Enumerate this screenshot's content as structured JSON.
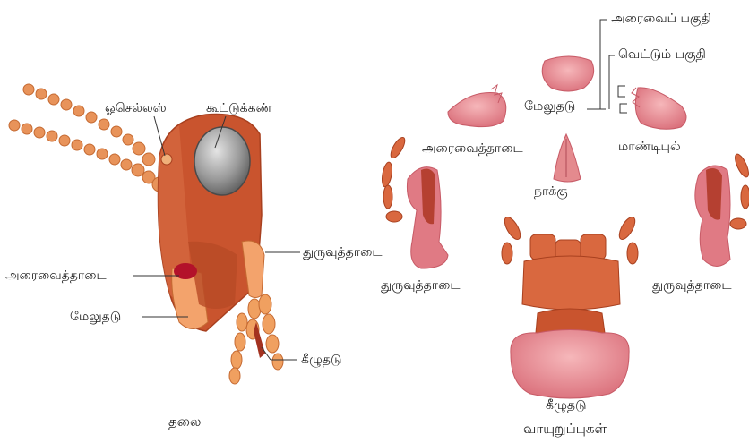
{
  "labels": {
    "ocellus": "ஓசெல்லஸ்",
    "compound_eye": "கூட்டுக்கண்",
    "maxilla_head": "துருவுத்தாடை",
    "mandible_head": "அரைவைத்தாடை",
    "labrum_head": "மேலுதடு",
    "labium_head": "கீழுதடு",
    "head": "தலை",
    "labrum_parts": "மேலுதடு",
    "mandible_parts": "அரைவைத்தாடை",
    "tongue": "நாக்கு",
    "maxilla_left": "துருவுத்தாடை",
    "maxilla_right": "துருவுத்தாடை",
    "labium_parts": "கீழுதடு",
    "mouthparts": "வாயுறுப்புகள்",
    "grinding_part": "அரைவைப் பகுதி",
    "cutting_part": "வெட்டும் பகுதி",
    "mandible_right": "மாண்டிபுல்"
  },
  "colors": {
    "head": "#c9542e",
    "head_dark": "#a8401f",
    "antenna": "#e8935a",
    "eye": "#8a8a8a",
    "eye_light": "#d0d0d0",
    "mouth_pink": "#e07a84",
    "mouth_pink_light": "#f0a6ab",
    "labium_orange": "#d9683f",
    "red_spot": "#b3122a",
    "line": "#333333"
  }
}
